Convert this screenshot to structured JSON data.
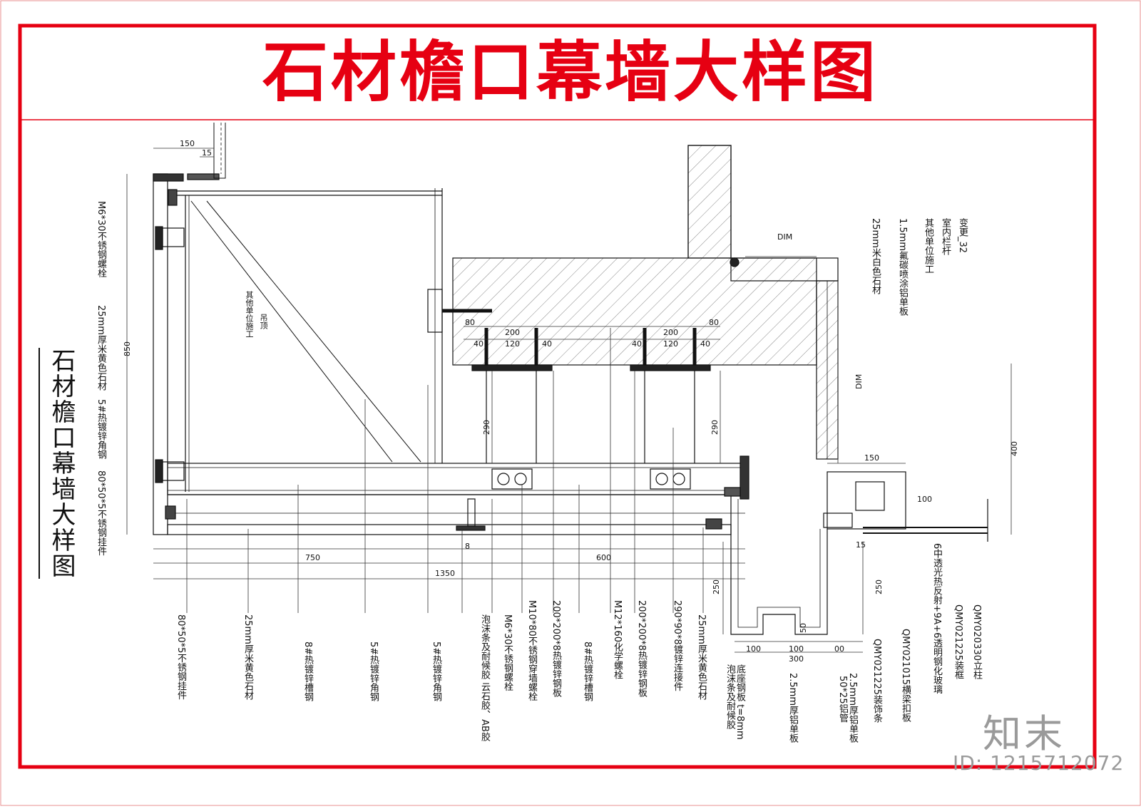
{
  "title": "石材檐口幕墙大样图",
  "side_title": "石材檐口幕墙大样图",
  "logo_text": "知末",
  "id_text": "ID: 1215712072",
  "dims": {
    "d150_top": "150",
    "d15_top": "15",
    "d850": "850",
    "d80_a": "80",
    "d200_a": "200",
    "d80_b": "80",
    "d200_b": "200",
    "d40_a1": "40",
    "d120_a": "120",
    "d40_a2": "40",
    "d40_b1": "40",
    "d120_b": "120",
    "d40_b2": "40",
    "d290_a": "290",
    "d290_b": "290",
    "dim_a": "DIM",
    "dim_b": "DIM",
    "d400": "400",
    "d150_r": "150",
    "d100_r": "100",
    "d15_r": "15",
    "d8": "8",
    "d750": "750",
    "d600": "600",
    "d1350": "1350",
    "d250_a": "250",
    "d250_b": "250",
    "d50": "50",
    "d100_b1": "100",
    "d100_b2": "100",
    "d00": "00",
    "d300": "300"
  },
  "labels": {
    "left": [
      "M6*30不锈钢螺栓",
      "25mm厚米黄色石材",
      "5#热镀锌角钢",
      "80*50*5不锈钢挂件"
    ],
    "inner": [
      "吊顶",
      "其他单位施工"
    ],
    "top_right": [
      "变更_32",
      "室内栏杆",
      "其他单位施工",
      "1.5mm氟碳喷涂铝单板",
      "25mm米白色石材"
    ],
    "bottom": [
      "80*50*5不锈钢挂件",
      "25mm厚米黄色石材",
      "8#热镀锌槽钢",
      "5#热镀锌角钢",
      "5#热镀锌角钢",
      "泡沫条及耐候胶 云石胶、AB胶",
      "M6*30不锈钢螺栓",
      "M10*80不锈钢穿墙螺栓",
      "200*200*8热镀锌钢板",
      "8#热镀锌槽钢",
      "M12*160化学螺栓",
      "200*200*8热镀锌钢板",
      "290*90*8镀锌连接件",
      "25mm厚米黄色石材",
      "底座钢板 t=8mm",
      "泡沫条及耐候胶",
      "2.5mm厚铝单板",
      "50*25铝管",
      "2.5mm厚铝单板",
      "QMY021225装饰条",
      "QMY021015横梁扣板",
      "6中透光热反射+9A+6透明钢化玻璃",
      "QMY021225装框",
      "QMY020330立柱"
    ]
  }
}
